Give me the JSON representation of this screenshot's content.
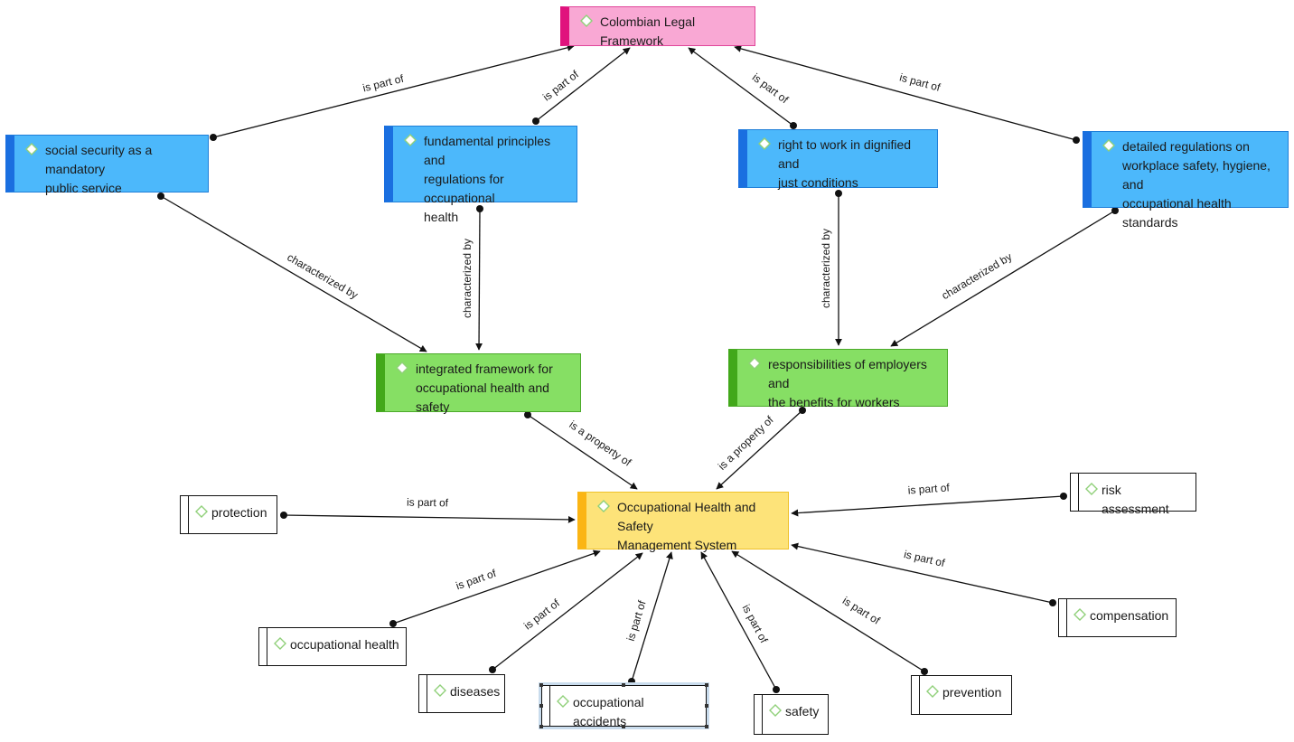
{
  "nodes": {
    "colombian": "Colombian Legal Framework",
    "social_security": [
      "social security as a mandatory",
      "public service"
    ],
    "fundamental": [
      "fundamental principles and",
      "regulations for occupational",
      "health"
    ],
    "right_to_work": [
      "right to work in dignified and",
      "just conditions"
    ],
    "detailed_regulations": [
      "detailed regulations on",
      "workplace safety, hygiene, and",
      "occupational health standards"
    ],
    "integrated": [
      "integrated framework for",
      "occupational health and safety"
    ],
    "responsibilities": [
      "responsibilities of employers and",
      "the benefits for workers"
    ],
    "ohsms": [
      "Occupational Health and Safety",
      "Management System"
    ],
    "protection": "protection",
    "risk_assessment": "risk assessment",
    "occupational_health": "occupational health",
    "compensation": "compensation",
    "diseases": "diseases",
    "occupational_accidents": "occupational accidents",
    "safety": "safety",
    "prevention": "prevention"
  },
  "edge_labels": {
    "is_part_of": "is part of",
    "characterized_by": "characterized by",
    "is_a_property_of": "is a property of"
  },
  "colors": {
    "pink_fill": "#f9a8d4",
    "pink_bar": "#e0127d",
    "blue_fill": "#4cb8fb",
    "blue_bar": "#1a6fe0",
    "green_fill": "#86df64",
    "green_bar": "#42a81a",
    "yellow_fill": "#fde379",
    "yellow_bar": "#fbb514",
    "icon_outline": "#90d07a"
  },
  "icons": {
    "node_icon": "diamond-icon"
  }
}
